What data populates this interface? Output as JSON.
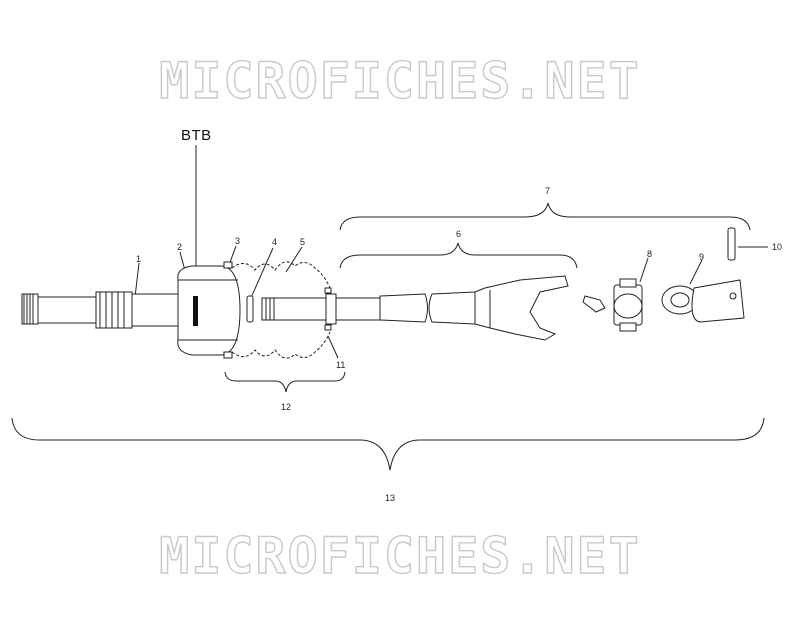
{
  "watermark_text": "MICROFICHES.NET",
  "btb_label": "BTB",
  "callouts": {
    "c1": "1",
    "c2": "2",
    "c3": "3",
    "c4": "4",
    "c5": "5",
    "c6": "6",
    "c7": "7",
    "c8": "8",
    "c9": "9",
    "c10": "10",
    "c11": "11",
    "c12": "12",
    "c13": "13"
  }
}
